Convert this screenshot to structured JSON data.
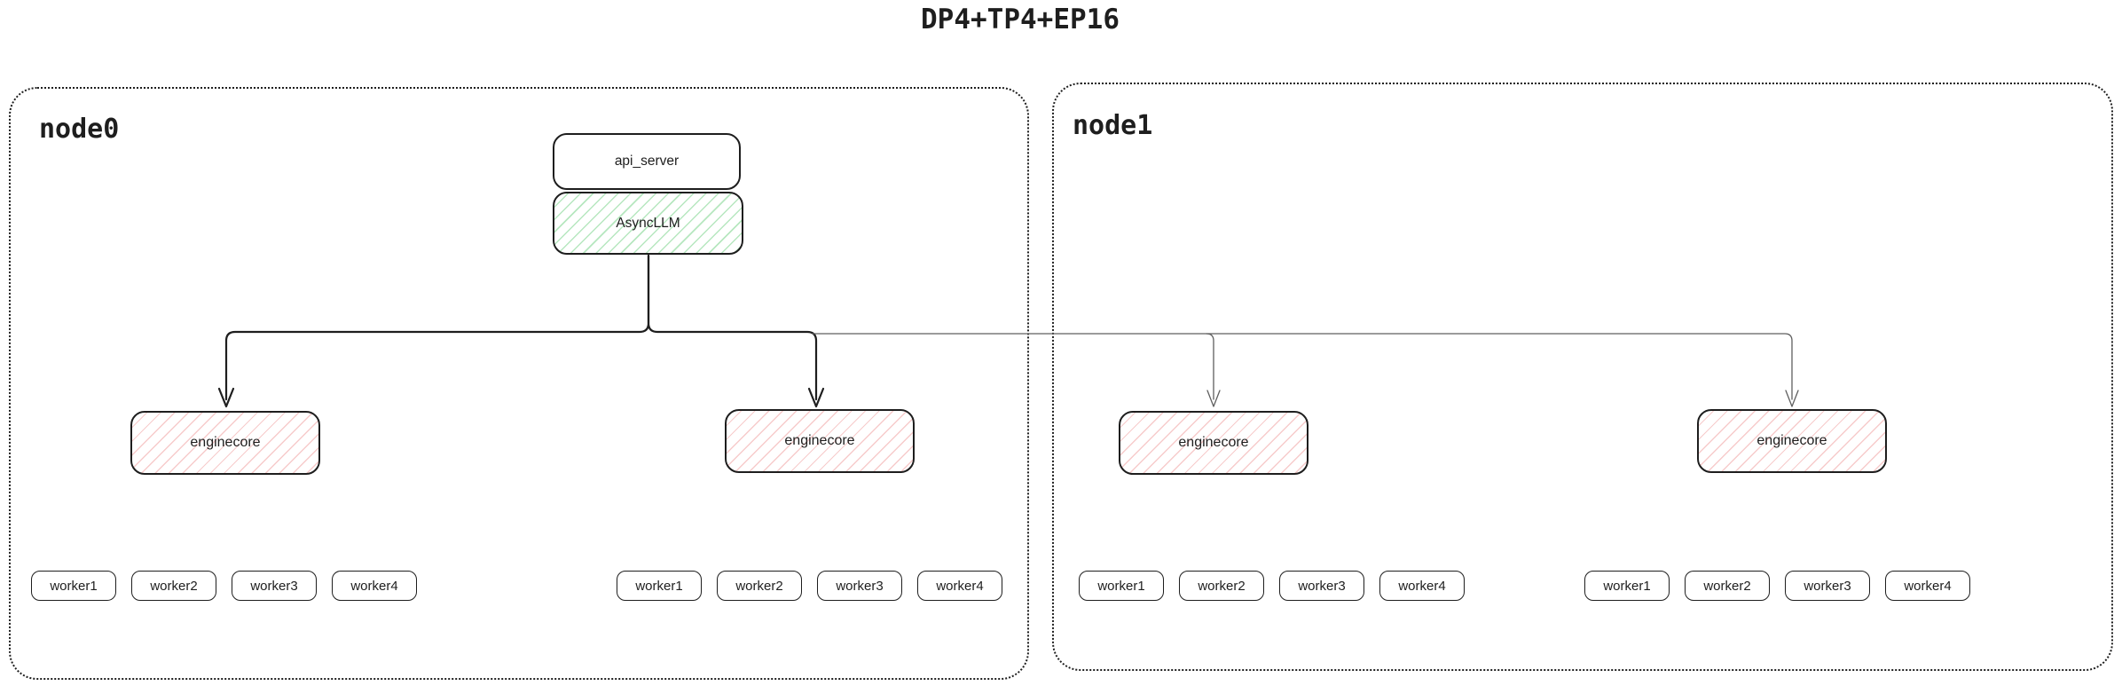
{
  "title": "DP4+TP4+EP16",
  "colors": {
    "shape_border": "#1e1e1e",
    "node_border": "#1f1f1f",
    "asyncllm_hatch": "#40c057",
    "enginecore_hatch": "#e03131",
    "connector_local": "#1e1e1e",
    "connector_remote": "#5f5f5f",
    "background": "#ffffff"
  },
  "node0": {
    "label": "node0",
    "api_server": {
      "label": "api_server"
    },
    "async_llm": {
      "label": "AsyncLLM"
    },
    "enginecores": [
      {
        "label": "enginecore",
        "workers": [
          "worker1",
          "worker2",
          "worker3",
          "worker4"
        ]
      },
      {
        "label": "enginecore",
        "workers": [
          "worker1",
          "worker2",
          "worker3",
          "worker4"
        ]
      }
    ]
  },
  "node1": {
    "label": "node1",
    "enginecores": [
      {
        "label": "enginecore",
        "workers": [
          "worker1",
          "worker2",
          "worker3",
          "worker4"
        ]
      },
      {
        "label": "enginecore",
        "workers": [
          "worker1",
          "worker2",
          "worker3",
          "worker4"
        ]
      }
    ]
  }
}
